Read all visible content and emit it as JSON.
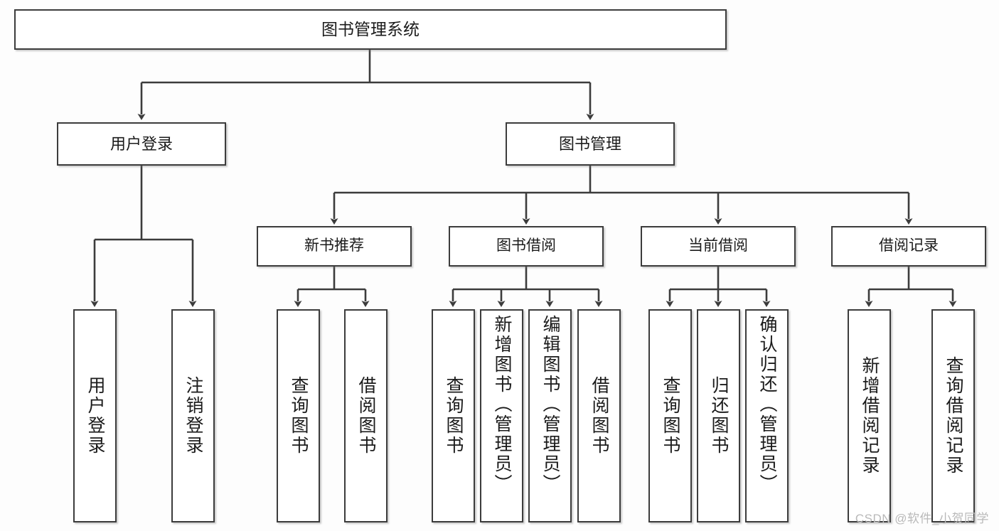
{
  "diagram": {
    "type": "tree-hierarchy-chart",
    "title": "图书管理系统",
    "watermark": "CSDN @软件_小贺同学",
    "colors": {
      "box_border": "#3c3c3c",
      "box_fill": "#ffffff",
      "connector": "#3c3c3c",
      "canvas": "#fdfdfd",
      "watermark": "#b9b9b9"
    },
    "root": {
      "label": "图书管理系统"
    },
    "level1": [
      {
        "label": "用户登录"
      },
      {
        "label": "图书管理"
      }
    ],
    "level2": [
      {
        "label": "新书推荐"
      },
      {
        "label": "图书借阅"
      },
      {
        "label": "当前借阅"
      },
      {
        "label": "借阅记录"
      }
    ],
    "leaves": {
      "user_login": [
        {
          "label": "用户登录"
        },
        {
          "label": "注销登录"
        }
      ],
      "new_book_recommend": [
        {
          "label": "查询图书"
        },
        {
          "label": "借阅图书"
        }
      ],
      "book_borrow": [
        {
          "label": "查询图书"
        },
        {
          "label": "新增图书（管理员）"
        },
        {
          "label": "编辑图书（管理员）"
        },
        {
          "label": "借阅图书"
        }
      ],
      "current_borrow": [
        {
          "label": "查询图书"
        },
        {
          "label": "归还图书"
        },
        {
          "label": "确认归还（管理员）"
        }
      ],
      "borrow_record": [
        {
          "label": "新增借阅记录"
        },
        {
          "label": "查询借阅记录"
        }
      ]
    }
  }
}
